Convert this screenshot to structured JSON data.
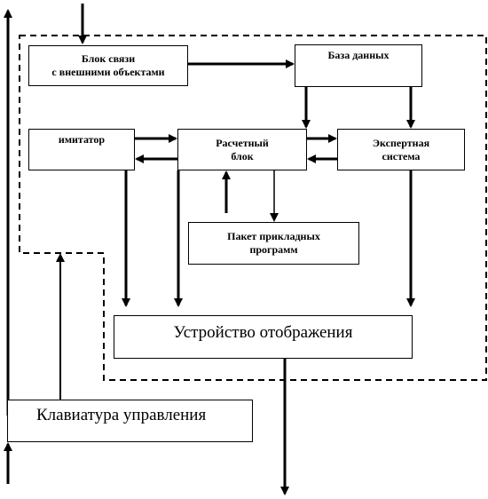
{
  "blocks": {
    "link": {
      "line1": "Блок связи",
      "line2": "с внешними объектами"
    },
    "database": {
      "label": "База данных"
    },
    "imitator": {
      "label": "имитатор"
    },
    "calc": {
      "line1": "Расчетный",
      "line2": "блок"
    },
    "expert": {
      "line1": "Экспертная",
      "line2": "система"
    },
    "package": {
      "line1": "Пакет прикладных",
      "line2": "программ"
    },
    "display": {
      "label": "Устройство  отображения"
    },
    "keyboard": {
      "label": "Клавиатура  управления"
    }
  }
}
